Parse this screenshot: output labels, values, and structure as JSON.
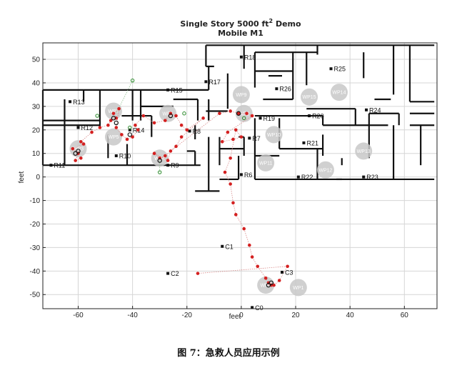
{
  "chart_data": {
    "type": "scatter",
    "title_line1": "Single Story 5000 ft",
    "title_sup": "2",
    "title_line1_suffix": " Demo",
    "title_line2": "Mobile M1",
    "xlabel": "feet",
    "ylabel": "feet",
    "xlim": [
      -73,
      72
    ],
    "ylim": [
      -56,
      57
    ],
    "xticks": [
      -60,
      -40,
      -20,
      0,
      20,
      40,
      60
    ],
    "yticks": [
      -50,
      -40,
      -30,
      -20,
      -10,
      0,
      10,
      20,
      30,
      40,
      50
    ],
    "grid": true,
    "rooms": [
      {
        "label": "R18",
        "x": 0,
        "y": 51
      },
      {
        "label": "R17",
        "x": -13,
        "y": 40.5
      },
      {
        "label": "R15",
        "x": -27,
        "y": 37
      },
      {
        "label": "R13",
        "x": -63,
        "y": 32
      },
      {
        "label": "R12",
        "x": -60,
        "y": 21
      },
      {
        "label": "R14",
        "x": -41,
        "y": 20
      },
      {
        "label": "R8",
        "x": -19,
        "y": 19.5
      },
      {
        "label": "R10",
        "x": -46,
        "y": 9
      },
      {
        "label": "R9",
        "x": -27,
        "y": 5
      },
      {
        "label": "R11",
        "x": -70,
        "y": 5
      },
      {
        "label": "R7",
        "x": 3,
        "y": 16.5
      },
      {
        "label": "R6",
        "x": 0,
        "y": 1
      },
      {
        "label": "R19",
        "x": 7,
        "y": 25
      },
      {
        "label": "R20",
        "x": 25,
        "y": 26
      },
      {
        "label": "R21",
        "x": 23,
        "y": 14.5
      },
      {
        "label": "R22",
        "x": 21,
        "y": 0
      },
      {
        "label": "R23",
        "x": 45,
        "y": 0
      },
      {
        "label": "R24",
        "x": 46,
        "y": 28.5
      },
      {
        "label": "R25",
        "x": 33,
        "y": 46
      },
      {
        "label": "R26",
        "x": 13,
        "y": 37.5
      },
      {
        "label": "C1",
        "x": -7,
        "y": -29.5
      },
      {
        "label": "C2",
        "x": -27,
        "y": -41
      },
      {
        "label": "C3",
        "x": 15,
        "y": -40.5
      },
      {
        "label": "C0",
        "x": 4,
        "y": -55.5
      }
    ],
    "waypoints": [
      {
        "label": "WP9",
        "x": 0,
        "y": 35
      },
      {
        "label": "WP8",
        "x": 1,
        "y": 27
      },
      {
        "label": "WP15",
        "x": 25,
        "y": 34
      },
      {
        "label": "WP14",
        "x": 36,
        "y": 36
      },
      {
        "label": "WP10",
        "x": 12,
        "y": 18
      },
      {
        "label": "WP11",
        "x": 9,
        "y": 6
      },
      {
        "label": "WP12",
        "x": 31,
        "y": 3
      },
      {
        "label": "WP13",
        "x": 45,
        "y": 11
      },
      {
        "label": "WP7",
        "x": -47,
        "y": 28
      },
      {
        "label": "WP6",
        "x": -27,
        "y": 27
      },
      {
        "label": "WP5",
        "x": -47,
        "y": 17
      },
      {
        "label": "WP3",
        "x": -60,
        "y": 12
      },
      {
        "label": "WP4",
        "x": -30,
        "y": 8
      },
      {
        "label": "WP2",
        "x": 9,
        "y": -46
      },
      {
        "label": "WP1",
        "x": 21,
        "y": -47
      }
    ],
    "series": [
      {
        "marker": "red-dot",
        "points": [
          [
            -59,
            8
          ],
          [
            -61,
            7
          ],
          [
            -60,
            10
          ],
          [
            -62,
            12
          ],
          [
            -58,
            14
          ],
          [
            -59,
            15
          ],
          [
            -55,
            19
          ],
          [
            -52,
            21
          ],
          [
            -49,
            22
          ],
          [
            -48,
            24
          ],
          [
            -46,
            25
          ],
          [
            -47,
            27
          ],
          [
            -45,
            29
          ],
          [
            -46,
            21
          ],
          [
            -44,
            18
          ],
          [
            -42,
            16
          ],
          [
            -40,
            17
          ],
          [
            -38,
            20
          ],
          [
            -39,
            22
          ],
          [
            -36,
            26
          ],
          [
            -32,
            23
          ],
          [
            -28,
            24
          ],
          [
            -26,
            27
          ],
          [
            -24,
            26
          ],
          [
            -22,
            22
          ],
          [
            -20,
            20
          ],
          [
            -14,
            25
          ],
          [
            -22,
            17
          ],
          [
            -24,
            13
          ],
          [
            -28,
            9
          ],
          [
            -30,
            8
          ],
          [
            -32,
            10
          ],
          [
            -27,
            7
          ],
          [
            -26,
            11
          ],
          [
            -8,
            27
          ],
          [
            -4,
            28
          ],
          [
            -1,
            27
          ],
          [
            2,
            27
          ],
          [
            4,
            26
          ],
          [
            -5,
            19
          ],
          [
            -7,
            15
          ],
          [
            -3,
            16
          ],
          [
            0,
            17
          ],
          [
            -2,
            20
          ],
          [
            -4,
            8
          ],
          [
            -6,
            2
          ],
          [
            -4,
            -3
          ],
          [
            -3,
            -11
          ],
          [
            -2,
            -16
          ],
          [
            1,
            -22
          ],
          [
            3,
            -29
          ],
          [
            4,
            -34
          ],
          [
            6,
            -38
          ],
          [
            9,
            -43
          ],
          [
            10,
            -45
          ],
          [
            11,
            -46
          ],
          [
            12,
            -46
          ],
          [
            14,
            -44
          ],
          [
            17,
            -38
          ],
          [
            -16,
            -41
          ]
        ]
      },
      {
        "marker": "dark-circle",
        "points": [
          [
            -61,
            10
          ],
          [
            -60,
            11
          ],
          [
            -47,
            25
          ],
          [
            -46,
            23
          ],
          [
            -41,
            18
          ],
          [
            -26,
            26
          ],
          [
            -30,
            7
          ],
          [
            -1,
            27
          ],
          [
            10,
            -46
          ],
          [
            11,
            -45
          ]
        ]
      },
      {
        "marker": "green-circle",
        "points": [
          [
            -40,
            41
          ],
          [
            -30,
            2
          ],
          [
            -41,
            21
          ],
          [
            -53,
            26
          ],
          [
            1,
            25
          ],
          [
            -21,
            27
          ]
        ]
      }
    ]
  },
  "caption": "图 7：急救人员应用示例"
}
